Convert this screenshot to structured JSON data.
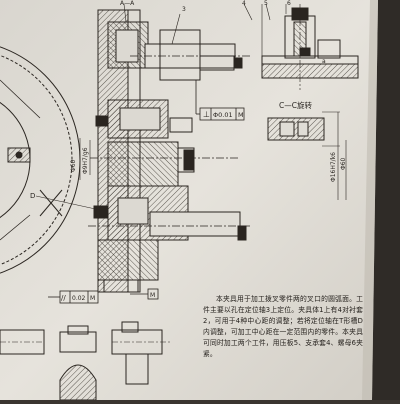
{
  "callouts": {
    "top_left": "A—A",
    "num_3": "3",
    "num_4": "4",
    "num_5": "5",
    "num_6": "6",
    "num_D": "D",
    "num_a": "a"
  },
  "dimensions": {
    "d60": "Φ60",
    "d_fit": "Φ9H7/g6",
    "d_right": "Φ16H7/k6",
    "d_right2": "Φ60"
  },
  "section_label": "C—C旋转",
  "tolerance_frames": {
    "perp": {
      "symbol": "⊥",
      "value": "Φ0.01",
      "datum": "M"
    },
    "parallel": {
      "symbol": "//",
      "value": "0.02",
      "datum": "M"
    },
    "datum_m": "M"
  },
  "description": "本夹具用于加工拨叉零件两的叉口的圆弧面。工件主要以孔在定位轴3上定位。夹具体1上有4对衬套2，可用于4种中心距的调整；若将定位轴在T形槽D内调整，可加工中心距在一定范围内的零件。本夹具可同时加工两个工件，用压板5、支承套4、螺母6夹紧。"
}
